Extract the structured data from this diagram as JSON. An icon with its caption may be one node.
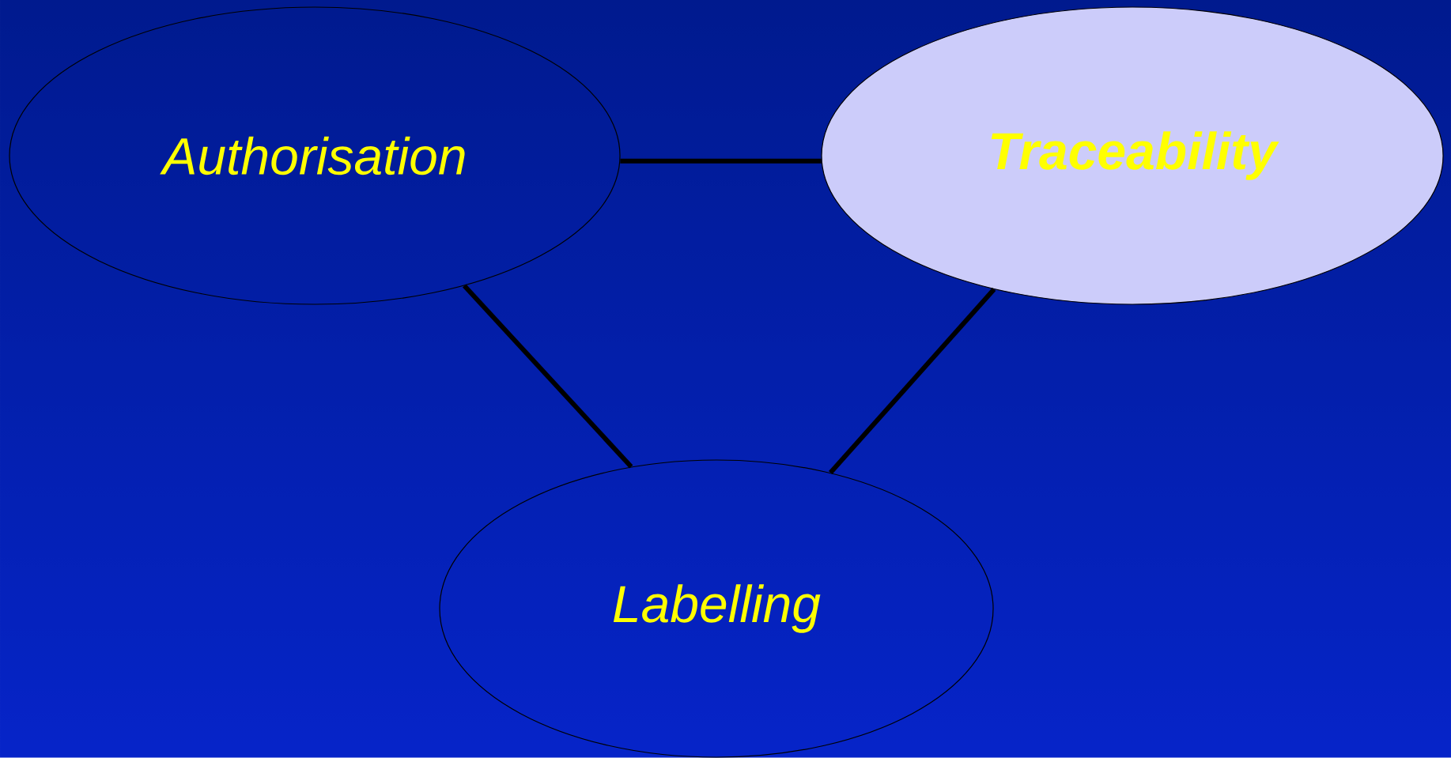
{
  "diagram": {
    "nodes": [
      {
        "text": [
          "Authorisation"
        ]
      },
      {
        "text": [
          "Traceability"
        ]
      },
      {
        "text": [
          "Labelling"
        ]
      }
    ],
    "edges": [
      {
        "from": 0,
        "to": 1,
        "arrow": "none"
      },
      {
        "from": 0,
        "to": 2,
        "arrow": "none"
      },
      {
        "from": 1,
        "to": 2,
        "arrow": "none"
      }
    ]
  }
}
